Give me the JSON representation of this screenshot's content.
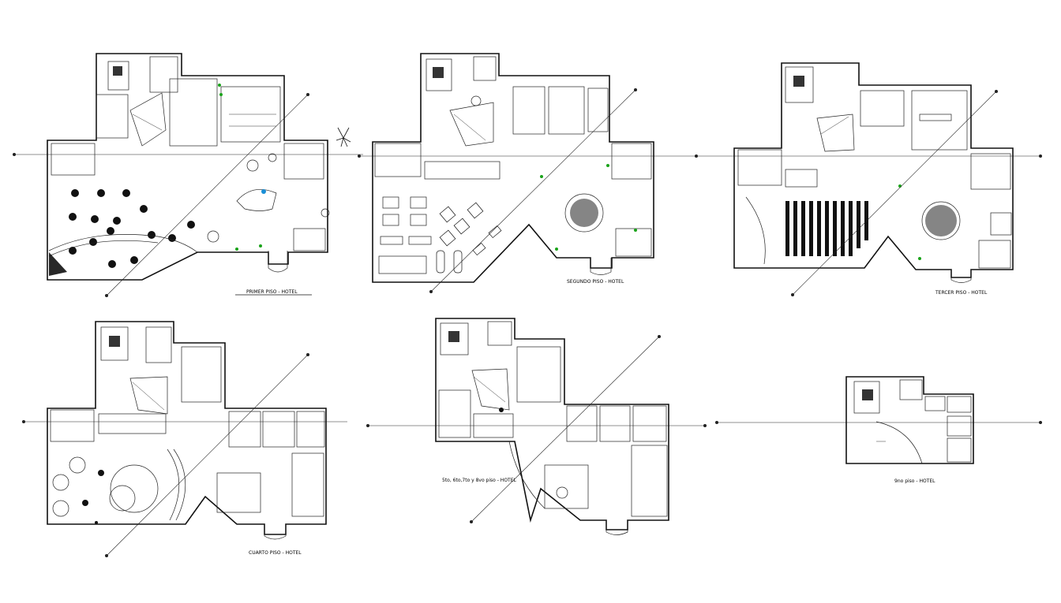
{
  "sheet": {
    "plans": [
      {
        "id": "primer",
        "title": "PRIMER PISO - HOTEL"
      },
      {
        "id": "segundo",
        "title": "SEGUNDO PISO - HOTEL"
      },
      {
        "id": "tercer",
        "title": "TERCER PISO - HOTEL"
      },
      {
        "id": "cuarto",
        "title": "CUARTO PISO - HOTEL"
      },
      {
        "id": "quinto",
        "title": "5to, 6to,7to y 8vo piso - HOTEL"
      },
      {
        "id": "noveno",
        "title": "9no piso - HOTEL"
      }
    ],
    "colors": {
      "linework": "#111111",
      "accent_trees": "#1aa31a",
      "pool": "#1a8fd6",
      "background": "#ffffff"
    }
  }
}
